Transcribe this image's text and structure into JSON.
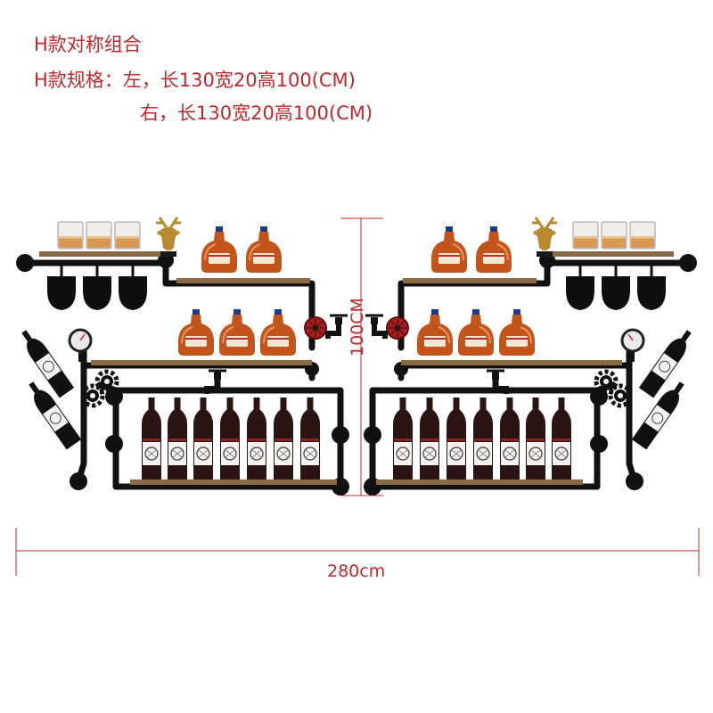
{
  "title": "H款对称组合",
  "spec": {
    "line1": "H款规格：左，长130宽20高100(CM)",
    "line2": "右，长130宽20高100(CM)"
  },
  "dimensions": {
    "height_label": "100CM",
    "width_label": "280cm"
  },
  "product": {
    "units": [
      {
        "side": "left",
        "length_cm": 130,
        "width_cm": 20,
        "height_cm": 100
      },
      {
        "side": "right",
        "length_cm": 130,
        "width_cm": 20,
        "height_cm": 100
      }
    ],
    "counts_per_side": {
      "top_glasses": 3,
      "top_shelf_bottles": 2,
      "middle_shelf_bottles": 3,
      "hanging_wine_glasses": 3,
      "rack_wine_bottles": 7,
      "angled_side_bottles": 2
    }
  },
  "colors": {
    "text": "#c0282d",
    "pipe": "#111111",
    "wood": "#8a6a44",
    "bottle_amber": "#c2541c",
    "bottle_cap": "#1d3a8a",
    "wine_bottle": "#2a1414",
    "valve_red": "#a81e1e",
    "deer_head": "#b8892f"
  }
}
